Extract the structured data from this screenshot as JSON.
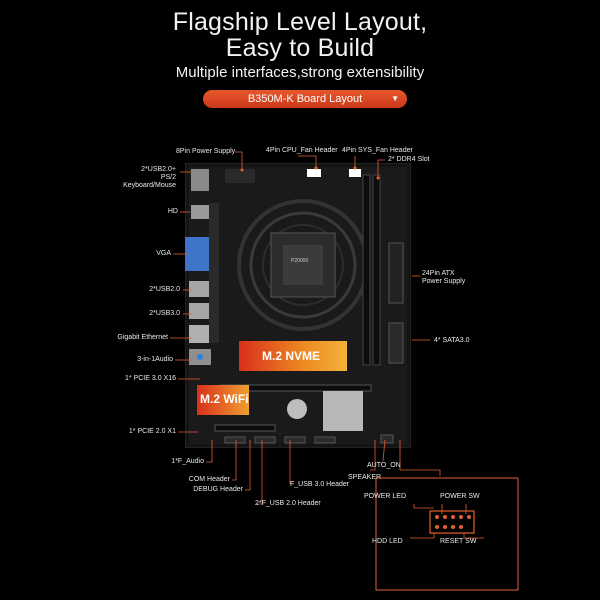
{
  "header": {
    "title_line1": "Flagship Level Layout,",
    "title_line2": "Easy to Build",
    "subtitle": "Multiple interfaces,strong extensibility",
    "layout_label": "B350M-K  Board Layout",
    "accent_color": "#e5602f"
  },
  "board": {
    "socket_label": "P20000",
    "m2_nvme": "M.2 NVME",
    "m2_wifi": "M.2 WiFi"
  },
  "labels": {
    "power_8pin": "8Pin Power Supply",
    "cpu_fan": "4Pin CPU_Fan Header",
    "sys_fan": "4Pin SYS_Fan Header",
    "ddr4": "2* DDR4 Slot",
    "usb2_ps2_line1": "2*USB2.0+",
    "usb2_ps2_line2": "PS/2",
    "usb2_ps2_line3": "Keyboard/Mouse",
    "hd": "HD",
    "vga": "VGA",
    "usb2": "2*USB2.0",
    "usb3": "2*USB3.0",
    "ethernet": "Gigabit Ethernet",
    "audio": "3-in-1Audio",
    "pcie_x16": "1* PCIE 3.0 X16",
    "pcie_x1": "1* PCIE 2.0 X1",
    "f_audio": "1*F_Audio",
    "com": "COM Header",
    "debug": "DEBUG Header",
    "f_usb2": "2*F_USB 2.0 Header",
    "f_usb3": "F_USB 3.0 Header",
    "speaker": "SPEAKER",
    "auto_on": "AUTO_ON",
    "atx_line1": "24Pin ATX",
    "atx_line2": "Power Supply",
    "sata": "4* SATA3.0"
  },
  "front_panel": {
    "power_led": "POWER LED",
    "power_sw": "POWER SW",
    "hdd_led": "HDD LED",
    "reset_sw": "RESET SW"
  }
}
